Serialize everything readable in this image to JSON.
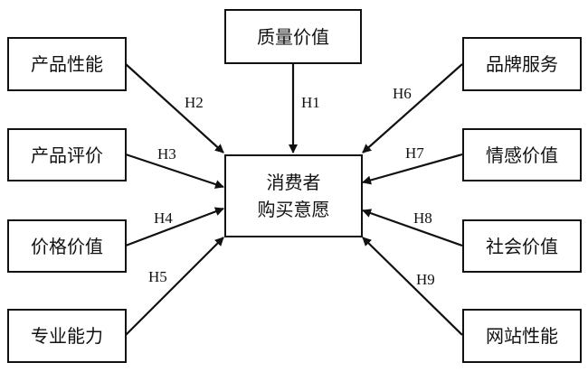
{
  "diagram": {
    "center": {
      "id": "purchase_intention",
      "label_lines": [
        "消费者",
        "购买意愿"
      ]
    },
    "factors": [
      {
        "id": "quality",
        "label": "质量价值",
        "hypothesis": "H1"
      },
      {
        "id": "product_performance",
        "label": "产品性能",
        "hypothesis": "H2"
      },
      {
        "id": "product_review",
        "label": "产品评价",
        "hypothesis": "H3"
      },
      {
        "id": "price_value",
        "label": "价格价值",
        "hypothesis": "H4"
      },
      {
        "id": "expertise",
        "label": "专业能力",
        "hypothesis": "H5"
      },
      {
        "id": "brand_service",
        "label": "品牌服务",
        "hypothesis": "H6"
      },
      {
        "id": "emotional_value",
        "label": "情感价值",
        "hypothesis": "H7"
      },
      {
        "id": "social_value",
        "label": "社会价值",
        "hypothesis": "H8"
      },
      {
        "id": "website_performance",
        "label": "网站性能",
        "hypothesis": "H9"
      }
    ],
    "edges": [
      {
        "from": "quality",
        "to": "purchase_intention",
        "label": "H1"
      },
      {
        "from": "product_performance",
        "to": "purchase_intention",
        "label": "H2"
      },
      {
        "from": "product_review",
        "to": "purchase_intention",
        "label": "H3"
      },
      {
        "from": "price_value",
        "to": "purchase_intention",
        "label": "H4"
      },
      {
        "from": "expertise",
        "to": "purchase_intention",
        "label": "H5"
      },
      {
        "from": "brand_service",
        "to": "purchase_intention",
        "label": "H6"
      },
      {
        "from": "emotional_value",
        "to": "purchase_intention",
        "label": "H7"
      },
      {
        "from": "social_value",
        "to": "purchase_intention",
        "label": "H8"
      },
      {
        "from": "website_performance",
        "to": "purchase_intention",
        "label": "H9"
      }
    ]
  }
}
